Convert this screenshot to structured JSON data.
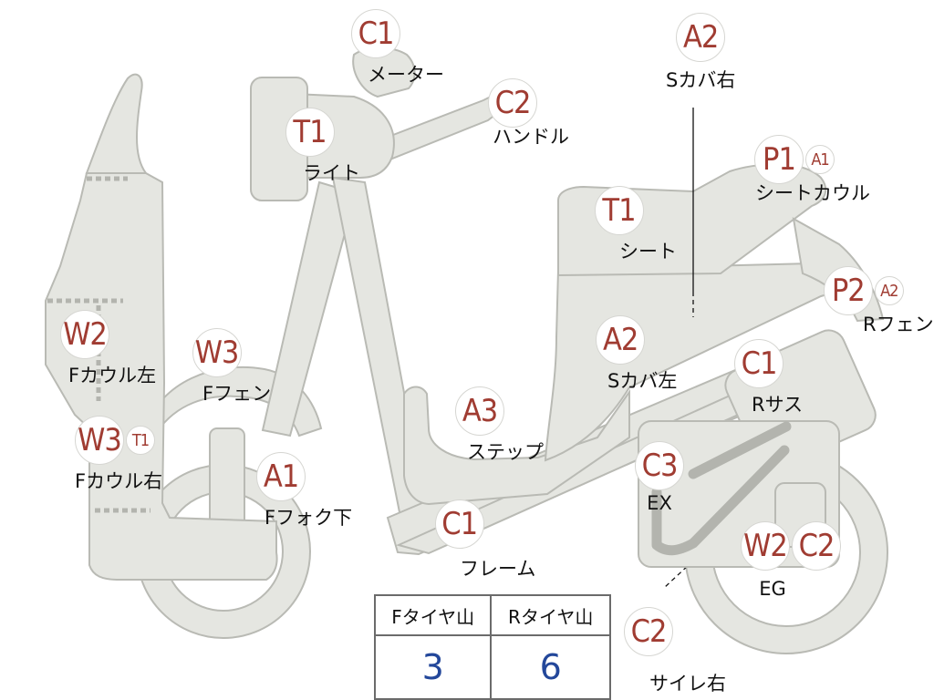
{
  "parts": {
    "meter": {
      "code": "C1",
      "name": "メーター"
    },
    "handle": {
      "code": "C2",
      "name": "ハンドル"
    },
    "light": {
      "code": "T1",
      "name": "ライト"
    },
    "s_cover_right": {
      "code": "A2",
      "name": "Sカバ右"
    },
    "seat_cowl": {
      "code": "P1",
      "sub": "A1",
      "name": "シートカウル"
    },
    "seat": {
      "code": "T1",
      "name": "シート"
    },
    "r_fender": {
      "code": "P2",
      "sub": "A2",
      "name": "Rフェン"
    },
    "f_cowl_left": {
      "code": "W2",
      "name": "Fカウル左"
    },
    "f_fender": {
      "code": "W3",
      "name": "Fフェン"
    },
    "s_cover_left": {
      "code": "A2",
      "name": "Sカバ左"
    },
    "r_suspension": {
      "code": "C1",
      "name": "Rサス"
    },
    "step": {
      "code": "A3",
      "name": "ステップ"
    },
    "f_cowl_right": {
      "code": "W3",
      "sub": "T1",
      "name": "Fカウル右"
    },
    "f_fork_lower": {
      "code": "A1",
      "name": "Fフォク下"
    },
    "exhaust": {
      "code": "C3",
      "name": "EX"
    },
    "frame": {
      "code": "C1",
      "name": "フレーム"
    },
    "engine": {
      "code": "W2",
      "code2": "C2",
      "name": "EG"
    },
    "silencer_right": {
      "code": "C2",
      "name": "サイレ右"
    }
  },
  "tread": {
    "headers": [
      "Fタイヤ山",
      "Rタイヤ山"
    ],
    "values": [
      "3",
      "6"
    ]
  },
  "colors": {
    "body": "#e5e6e1",
    "outline": "#b9bab4",
    "code": "#a03c32",
    "tread_value": "#23479a"
  }
}
